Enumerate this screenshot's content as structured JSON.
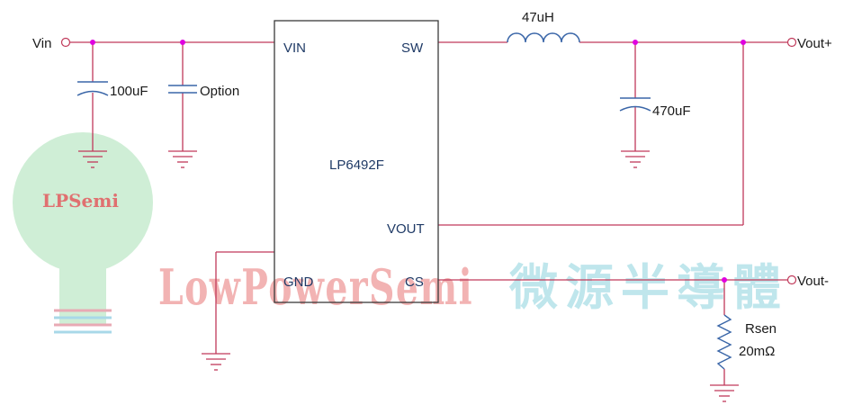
{
  "watermark": {
    "bulb_text": "LPSemi",
    "latin_text": "LowPowerSemi",
    "cjk_text": "微源半導體",
    "colors": {
      "latin": "#f2b3b3",
      "cjk": "#bfe6ec",
      "bulb": "#c9ecd2"
    }
  },
  "chip": {
    "part_number": "LP6492F"
  },
  "pins": {
    "vin": "VIN",
    "sw": "SW",
    "vout": "VOUT",
    "gnd": "GND",
    "cs": "CS"
  },
  "terminals": {
    "vin": "Vin",
    "vout_plus": "Vout+",
    "vout_minus": "Vout-"
  },
  "components": {
    "inductor": "47uH",
    "cap_in": "100uF",
    "cap_opt": "Option",
    "cap_out": "470uF",
    "rsen_name": "Rsen",
    "rsen_value": "20mΩ"
  },
  "colors": {
    "wire": "#c0395a",
    "component": "#3a66a8",
    "junction": "#e000e0",
    "chip_border": "#3a3a3a"
  }
}
